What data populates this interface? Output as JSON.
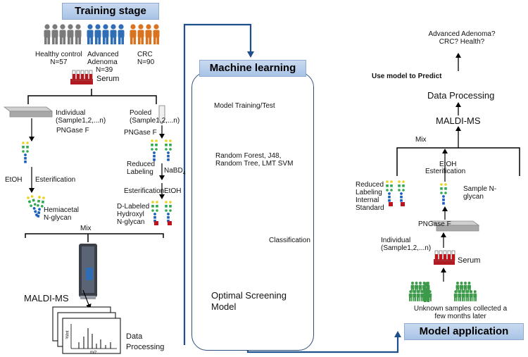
{
  "training": {
    "title": "Training stage",
    "groups": [
      {
        "label": "Healthy control",
        "n": "N=57",
        "color": "#7a7a7a"
      },
      {
        "label": "Advanced Adenoma",
        "n": "N=39",
        "color": "#2f6db5"
      },
      {
        "label": "CRC",
        "n": "N=90",
        "color": "#d9731f"
      }
    ],
    "serum": "Serum",
    "individual": "Individual (Sample1,2,...n)",
    "pooled": "Pooled (Sample1,2,...n)",
    "pngase_left": "PNGase F",
    "pngase_right": "PNGase F",
    "reduced_labeling": "Reduced Labeling",
    "nabd4": "NaBD",
    "nabd4_sub": "4",
    "etoh_left": "EtOH",
    "esterification_left": "Esterification",
    "esterification_right": "Esterification",
    "etoh_right": "EtOH",
    "hemiacetal": "Hemiacetal N-glycan",
    "dlabeled": "D-Labeled Hydroxyl N-glycan",
    "mix": "Mix",
    "maldi_ms": "MALDI-MS",
    "data_processing": "Data Processing",
    "spectrum_ylabel": "%Int",
    "spectrum_xlabel": "m/z"
  },
  "ml": {
    "title": "Machine learning",
    "model_training": "Model Training/Test",
    "algorithms": "Random Forest, J48, Random Tree, LMT SVM",
    "classification": "Classification",
    "optimal": "Optimal Screening Model"
  },
  "application": {
    "title": "Model application",
    "questions": "Advanced Adenoma? CRC? Health?",
    "use_model": "Use model to Predict",
    "data_processing": "Data Processing",
    "maldi_ms": "MALDI-MS",
    "mix": "Mix",
    "etoh": "EtOH",
    "esterification": "Esterification",
    "reduced": "Reduced Labeling Internal Standard",
    "sample_nglycan": "Sample N-glycan",
    "pngase": "PNGase F",
    "individual": "Individual (Sample1,2,...n)",
    "serum": "Serum",
    "unknown": "Unknown samples collected a few months later"
  },
  "colors": {
    "banner": "#b5cdeb",
    "flow_arrow": "#1f4e8c",
    "healthy": "#7a7a7a",
    "adenoma": "#2f6db5",
    "crc": "#d9731f",
    "unknown_people": "#3d9a4a",
    "tube_red": "#c0141c"
  }
}
